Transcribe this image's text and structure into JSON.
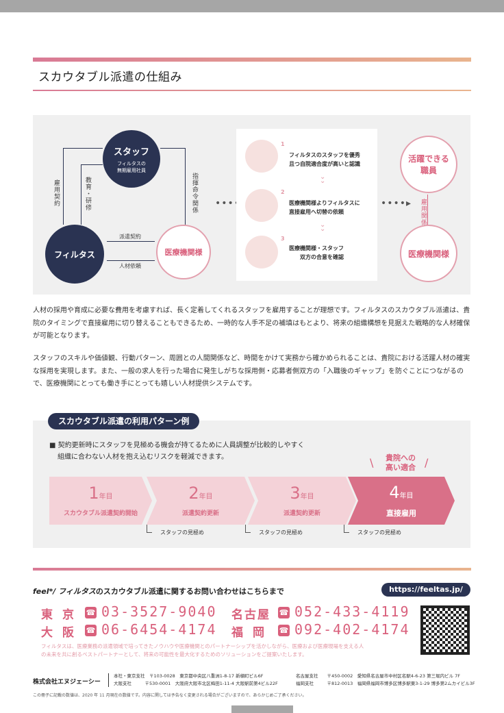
{
  "section_title": "スカウタブル派遣の仕組み",
  "diagram": {
    "staff_title": "スタッフ",
    "staff_sub1": "フィルタスの",
    "staff_sub2": "無期雇用社員",
    "feeltas": "フィルタス",
    "client_left": "医療機関様",
    "label_koyou": "雇用契約",
    "label_kyouiku": "教育・研修",
    "label_shiki": "指揮命令関係",
    "label_haken": "派遣契約",
    "label_jinzai": "人材依頼",
    "step1_num": "1",
    "step1_line1": "フィルタスのスタッフを優秀",
    "step1_line2": "且つ自院適合度が高いと認識",
    "step2_num": "2",
    "step2_line1": "医療機関様よりフィルタスに",
    "step2_line2": "直接雇用へ切替の依頼",
    "step3_num": "3",
    "step3_line1": "医療機関様・スタッフ",
    "step3_line2": "双方の合意を確認",
    "active1": "活躍できる",
    "active2": "職員",
    "label_koyou_right": "雇用関係",
    "client_right": "医療機関様"
  },
  "paragraph1": "人材の採用や育成に必要な費用を考慮すれば、長く定着してくれるスタッフを雇用することが理想です。フィルタスのスカウタブル派遣は、貴院のタイミングで直接雇用に切り替えることもできるため、一時的な人手不足の補填はもとより、将来の組織構想を見据えた戦略的な人材確保が可能となります。",
  "paragraph2": "スタッフのスキルや価値観、行動パターン、周囲との人間関係など、時間をかけて実務から確かめられることは、貴院における活躍人材の確実な採用を実現します。また、一般の求人を行った場合に発生しがちな採用側・応募者側双方の「入職後のギャップ」を防ぐことにつながるので、医療機関にとっても働き手にとっても嬉しい人材提供システムです。",
  "pattern": {
    "title": "スカウタブル派遣の利用パターン例",
    "bullet1": "■ 契約更新時にスタッフを見極める機会が持てるために人員調整が比較的しやすく",
    "bullet2": "組織に合わない人材を抱え込むリスクを軽減できます。",
    "fit1": "貴院への",
    "fit2": "高い適合",
    "year_suffix": "年目",
    "segments": [
      {
        "num": "1",
        "label": "スカウタブル派遣契約開始"
      },
      {
        "num": "2",
        "label": "派遣契約更新"
      },
      {
        "num": "3",
        "label": "派遣契約更新"
      },
      {
        "num": "4",
        "label": "直接雇用"
      }
    ],
    "check": "スタッフの見極め"
  },
  "contact": {
    "heading_brand": "feel*/ フィルタス",
    "heading_rest": "のスカウタブル派遣に関するお問い合わせはこちらまで",
    "url": "https://feeltas.jp/",
    "offices": [
      {
        "city": "東京",
        "phone": "03-3527-9040"
      },
      {
        "city": "名古屋",
        "phone": "052-433-4119"
      },
      {
        "city": "大阪",
        "phone": "06-6454-4174"
      },
      {
        "city": "福岡",
        "phone": "092-402-4174"
      }
    ],
    "desc1": "フィルタスは、医療業務の派遣領域で培ってきたノウハウや医療機関とのパートナーシップを活かしながら、医療および医療現場を支える人",
    "desc2": "の未来を共に創るベストパートナーとして、将来の可能性を最大化するためのソリューションをご提案いたします。"
  },
  "footer": {
    "company": "株式会社エヌジェーシー",
    "l1": "本社・東京支社　〒103-0028　東京都中央区八重洲1-8-17 新槇町ビル6F",
    "l2": "大阪支社　　　〒530-0001　大阪府大阪市北区梅田1-11-4 大阪駅前第4ビル22F",
    "r1": "名古屋支社　　〒450-0002　愛知県名古屋市中村区名駅4-6-23 第三堀内ビル 7F",
    "r2": "福岡支社　　　〒812-0013　福岡県福岡市博多区博多駅東3-1-29 博多第2ムカイビル3F",
    "note": "この冊子に記載の数値は、2020 年 11 月現在の数値です。内容に関しては予告なく変更される場合がございますので、あらかじめご了承ください。"
  }
}
